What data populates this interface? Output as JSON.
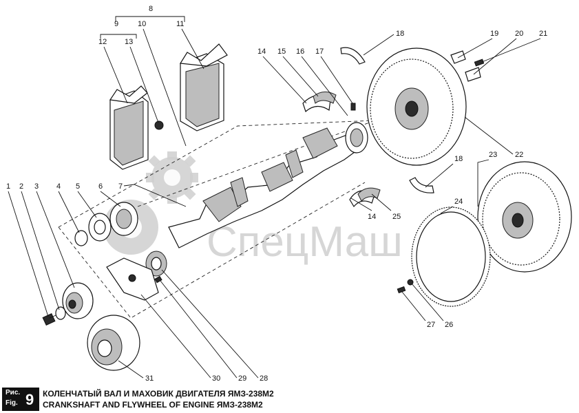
{
  "watermark": {
    "text": "СпецМаш"
  },
  "caption": {
    "fig_label_ru": "Рис.",
    "fig_label_en": "Fig.",
    "fig_number": "9",
    "title_ru": "КОЛЕНЧАТЫЙ ВАЛ И МАХОВИК ДВИГАТЕЛЯ ЯМЗ-238М2",
    "title_en": "CRANKSHAFT AND FLYWHEEL OF ENGINE ЯМЗ-238М2"
  },
  "callouts": [
    {
      "label": "1"
    },
    {
      "label": "2"
    },
    {
      "label": "3"
    },
    {
      "label": "4"
    },
    {
      "label": "5"
    },
    {
      "label": "6"
    },
    {
      "label": "7"
    },
    {
      "label": "8"
    },
    {
      "label": "9"
    },
    {
      "label": "10"
    },
    {
      "label": "11"
    },
    {
      "label": "12"
    },
    {
      "label": "13"
    },
    {
      "label": "14"
    },
    {
      "label": "15"
    },
    {
      "label": "16"
    },
    {
      "label": "17"
    },
    {
      "label": "18"
    },
    {
      "label": "19"
    },
    {
      "label": "20"
    },
    {
      "label": "21"
    },
    {
      "label": "22"
    },
    {
      "label": "23"
    },
    {
      "label": "18"
    },
    {
      "label": "24"
    },
    {
      "label": "14"
    },
    {
      "label": "25"
    },
    {
      "label": "27"
    },
    {
      "label": "26"
    },
    {
      "label": "31"
    },
    {
      "label": "30"
    },
    {
      "label": "29"
    },
    {
      "label": "28"
    }
  ]
}
